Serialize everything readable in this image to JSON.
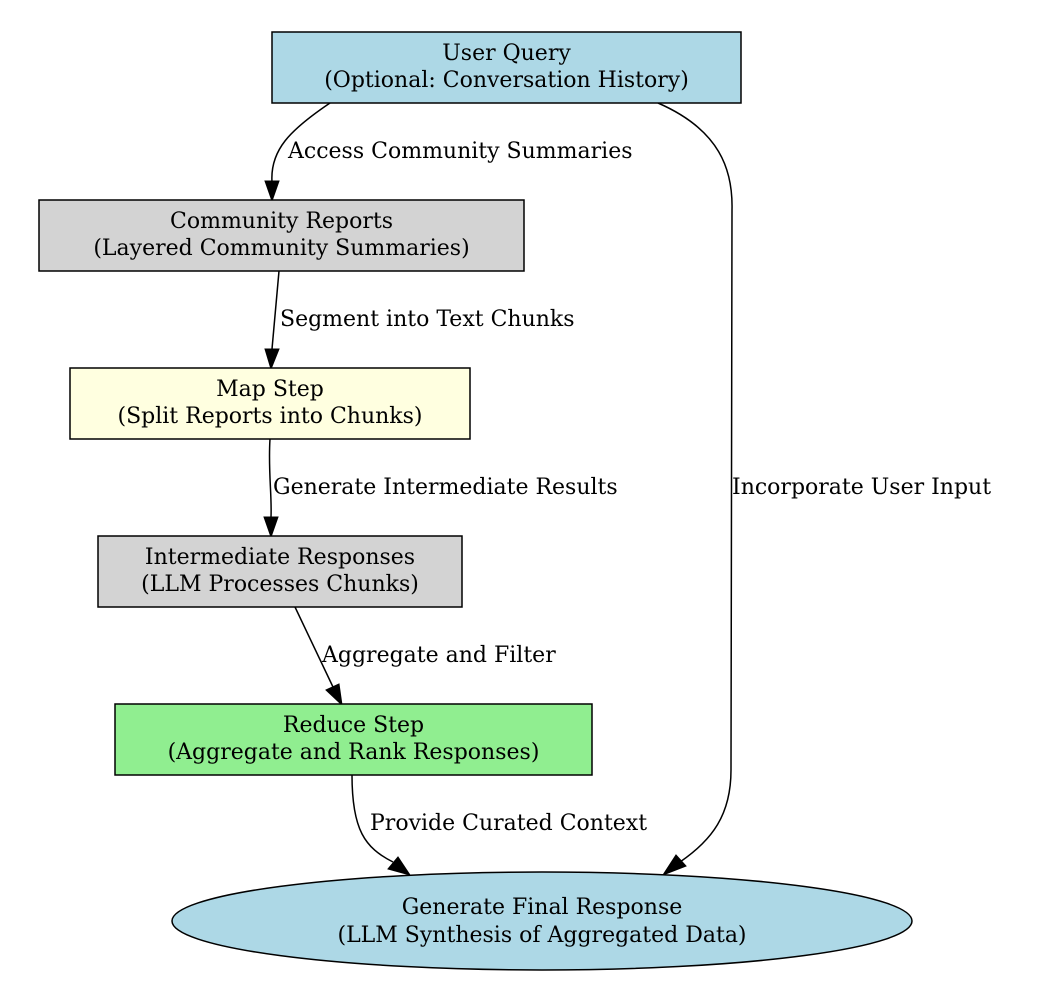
{
  "colors": {
    "light_blue": "#add8e6",
    "light_gray": "#d3d3d3",
    "light_yellow": "#ffffe0",
    "light_green": "#90ee90",
    "stroke": "#000000"
  },
  "nodes": {
    "user_query": {
      "line1": "User Query",
      "line2": "(Optional: Conversation History)"
    },
    "community_reports": {
      "line1": "Community Reports",
      "line2": "(Layered Community Summaries)"
    },
    "map_step": {
      "line1": "Map Step",
      "line2": "(Split Reports into Chunks)"
    },
    "intermediate_responses": {
      "line1": "Intermediate Responses",
      "line2": "(LLM Processes Chunks)"
    },
    "reduce_step": {
      "line1": "Reduce Step",
      "line2": "(Aggregate and Rank Responses)"
    },
    "final_response": {
      "line1": "Generate Final Response",
      "line2": "(LLM Synthesis of Aggregated Data)"
    }
  },
  "edges": {
    "access": "Access Community Summaries",
    "segment": "Segment into Text Chunks",
    "generate": "Generate Intermediate Results",
    "aggregate": "Aggregate and Filter",
    "curated": "Provide Curated Context",
    "incorporate": "Incorporate User Input"
  }
}
